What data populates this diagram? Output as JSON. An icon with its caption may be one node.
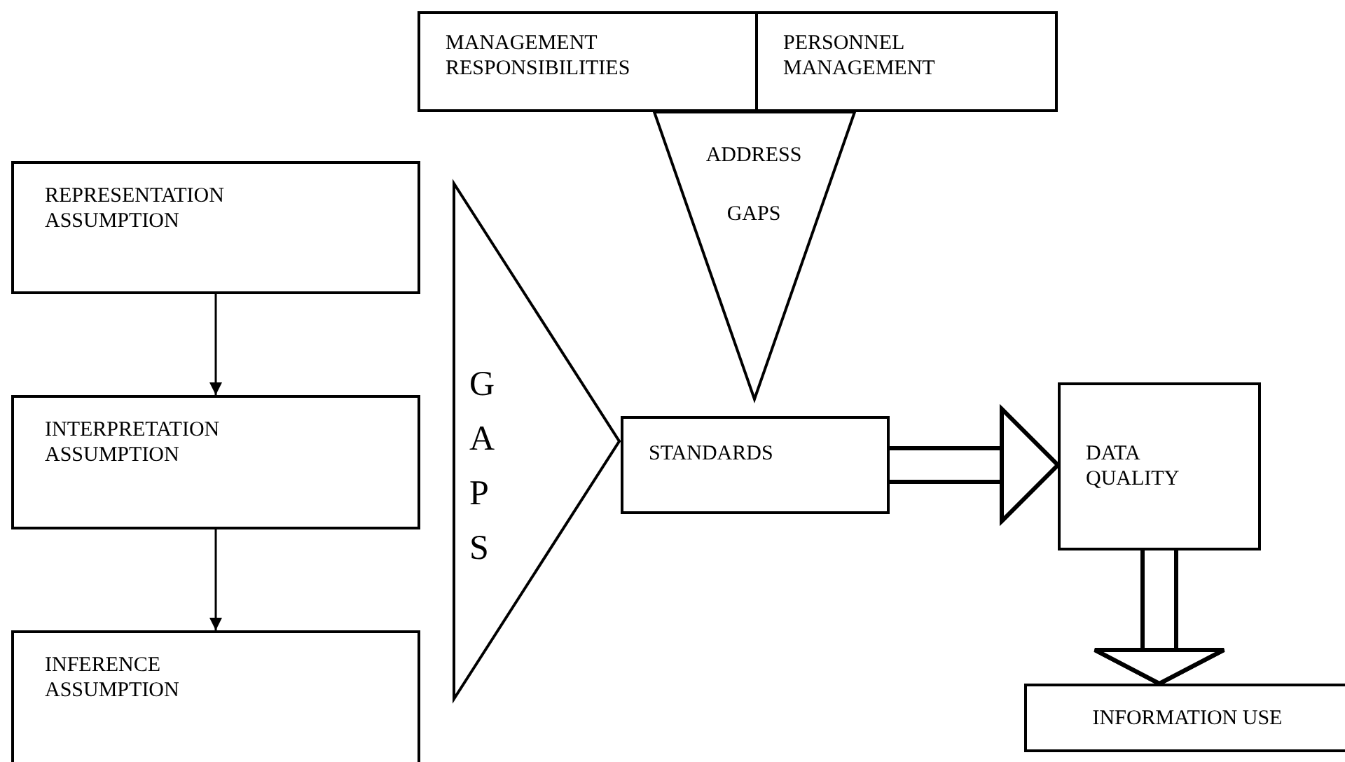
{
  "diagram": {
    "nodes": [
      {
        "text": [
          "REPRESENTATION ASSUMPTION"
        ]
      },
      {
        "text": [
          "INTERPRETATION ASSUMPTION"
        ]
      },
      {
        "text": [
          "INFERENCE ASSUMPTION"
        ]
      },
      {
        "text": [
          "GAPS"
        ]
      },
      {
        "text": [
          "MANAGEMENT RESPONSIBILITIES"
        ]
      },
      {
        "text": [
          "PERSONNEL MANAGEMENT"
        ]
      },
      {
        "text": [
          "ADDRESS GAPS"
        ]
      },
      {
        "text": [
          "STANDARDS"
        ]
      },
      {
        "text": [
          "DATA QUALITY"
        ]
      },
      {
        "text": [
          "INFORMATION USE"
        ]
      }
    ],
    "edges": [
      {
        "from": 0,
        "to": 1,
        "arrow": "to"
      },
      {
        "from": 1,
        "to": 2,
        "arrow": "to"
      },
      {
        "from": 7,
        "to": 8,
        "arrow": "to",
        "style": "thick"
      },
      {
        "from": 8,
        "to": 9,
        "arrow": "to",
        "style": "thick"
      }
    ]
  }
}
